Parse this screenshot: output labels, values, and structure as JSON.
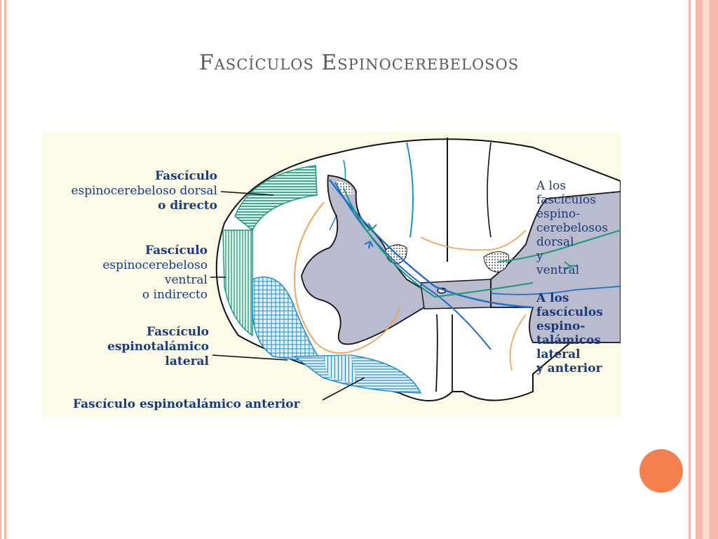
{
  "slide": {
    "title": "Fascículos Espinocerebelosos"
  },
  "diagram": {
    "left_labels": {
      "dorsal": [
        "Fascículo",
        "espinocerebeloso dorsal",
        "o directo"
      ],
      "ventral": [
        "Fascículo",
        "espinocerebeloso",
        "ventral",
        "o indirecto"
      ],
      "lateral": [
        "Fascículo",
        "espinotalámico",
        "lateral"
      ],
      "anterior": [
        "Fascículo espinotalámico anterior"
      ]
    },
    "right_labels": {
      "cerebellar": [
        "A los",
        "fascículos",
        "espino-",
        "cerebelosos",
        "dorsal",
        "y",
        "ventral"
      ],
      "thalamic": [
        "A los",
        "fascículos",
        "espino-",
        "talámicos",
        "lateral",
        "y anterior"
      ]
    }
  },
  "colors": {
    "accent_border": "#f4b9a8",
    "dot": "#f4804f",
    "tract_green": "#1a9a7a",
    "tract_blue": "#1f8ec9",
    "grey_matter": "#b9bccf",
    "label_text": "#1a3a80"
  }
}
